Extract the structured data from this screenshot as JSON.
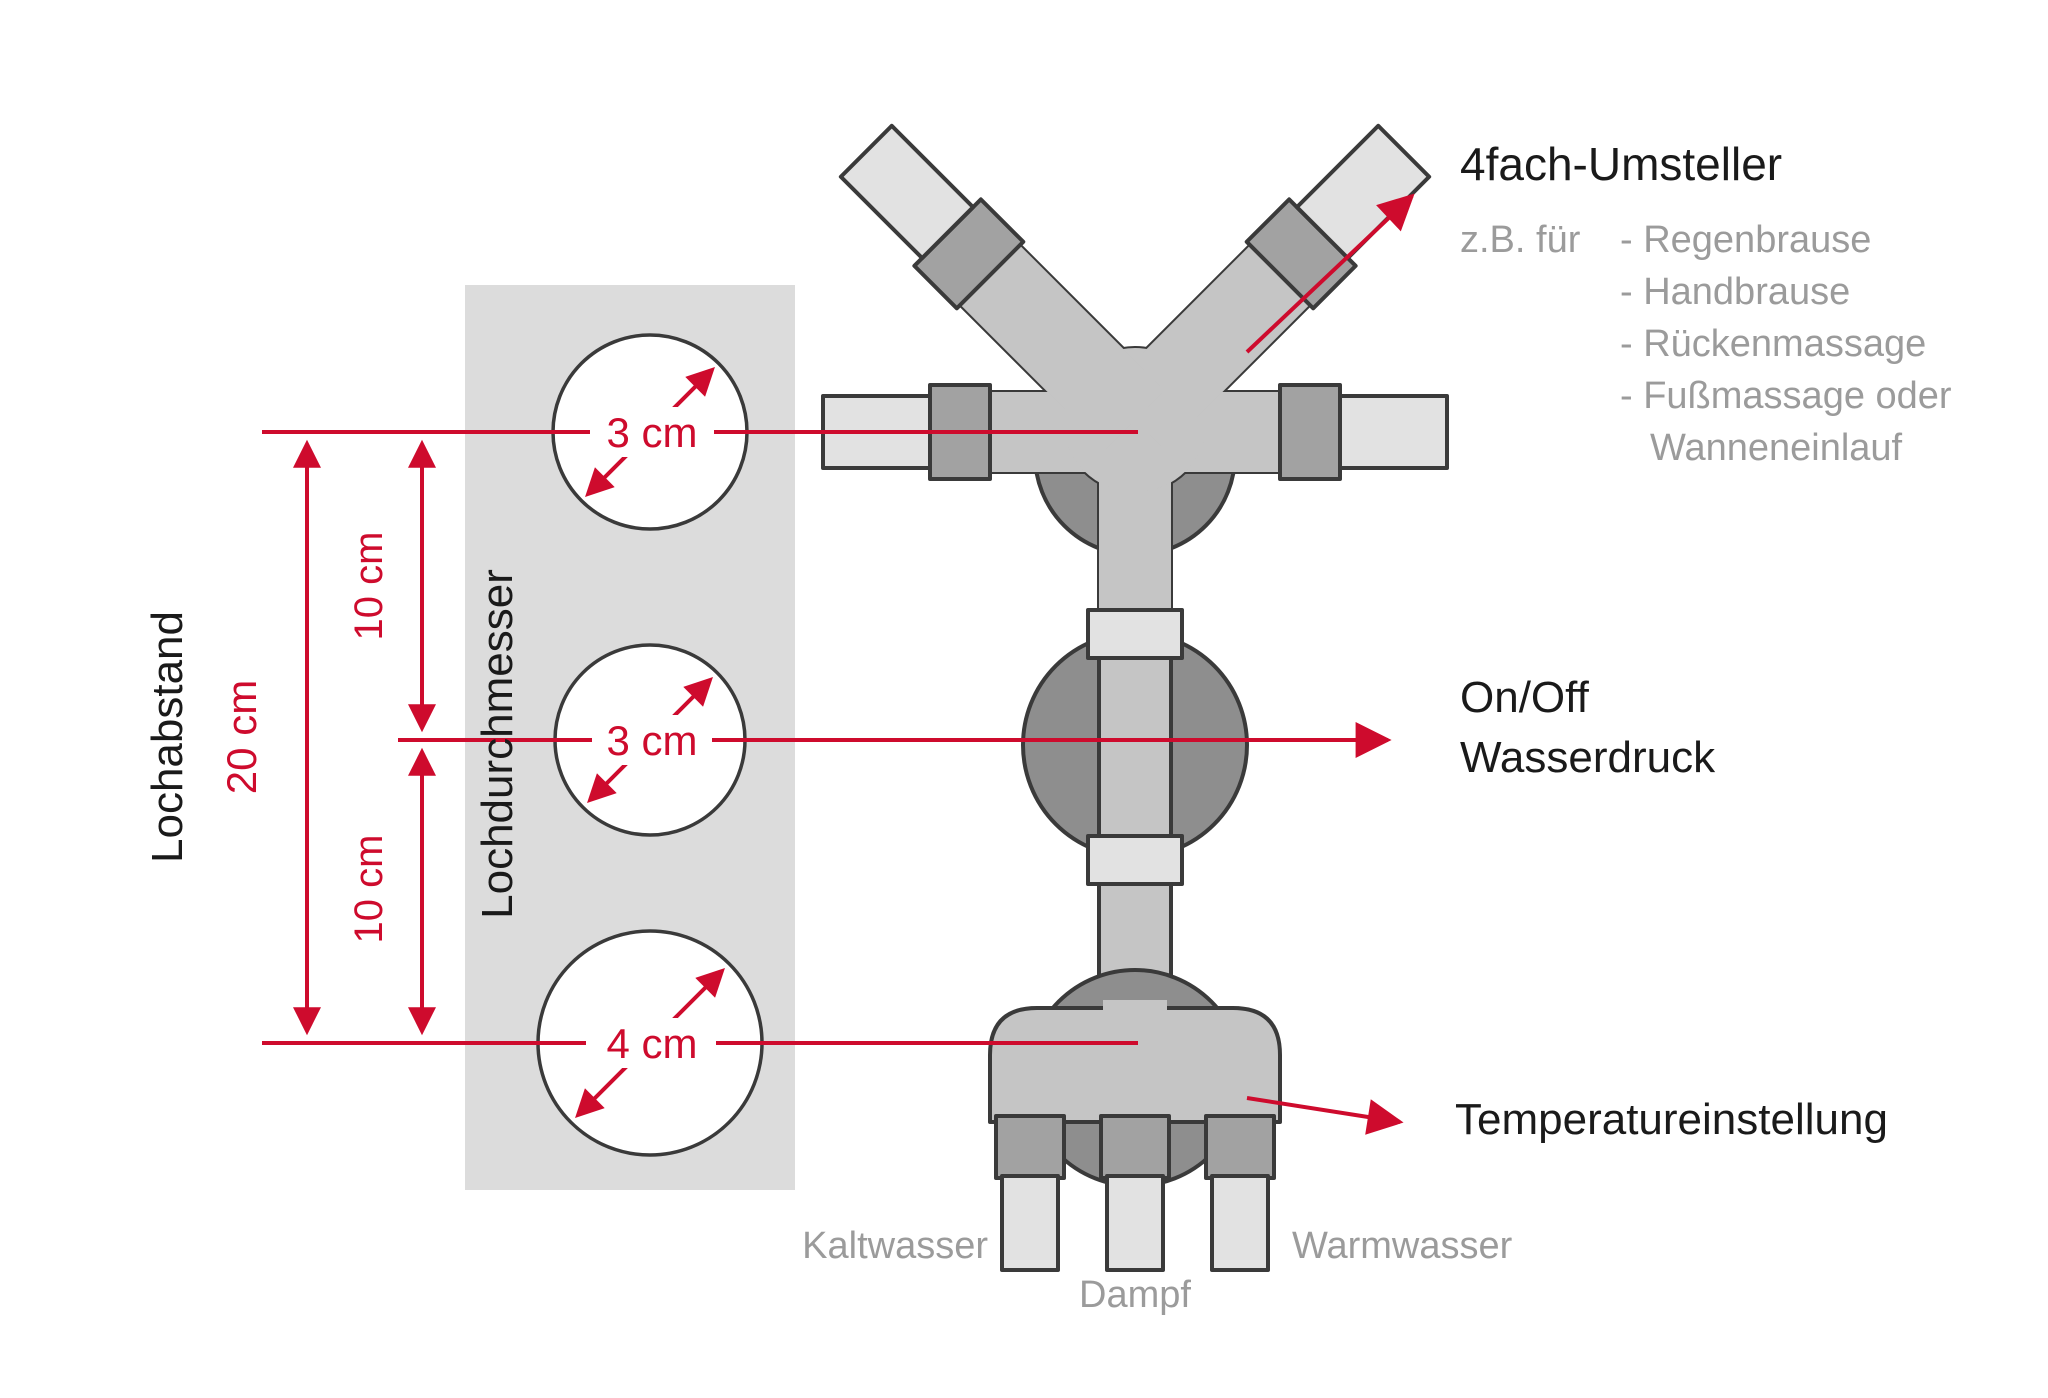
{
  "colors": {
    "red": "#ce0b2d",
    "panel_gray": "#dcdcdc",
    "pipe_gray": "#c5c5c5",
    "collar_gray": "#a2a2a2",
    "cap_gray": "#e2e2e2",
    "body_dark_gray": "#8e8e8e",
    "outline": "#3a3a3a",
    "text_black": "#1a1a1a",
    "text_gray": "#9b9b9b"
  },
  "dimensions": {
    "hole_spacing_label": "Lochabstand",
    "hole_spacing_total": "20 cm",
    "hole_spacing_upper": "10 cm",
    "hole_spacing_lower": "10 cm",
    "hole_diameter_label": "Lochdurchmesser",
    "hole_diameter_top": "3 cm",
    "hole_diameter_middle": "3 cm",
    "hole_diameter_bottom": "4 cm"
  },
  "callouts": {
    "diverter": {
      "title": "4fach-Umsteller",
      "example_prefix": "z.B. für",
      "examples": [
        "- Regenbrause",
        "- Handbrause",
        "- Rückenmassage",
        "- Fußmassage oder",
        "Wanneneinlauf"
      ]
    },
    "on_off": {
      "line1": "On/Off",
      "line2": "Wasserdruck"
    },
    "temperature": {
      "title": "Temperatureinstellung"
    }
  },
  "supply_labels": {
    "cold": "Kaltwasser",
    "steam": "Dampf",
    "hot": "Warmwasser"
  }
}
